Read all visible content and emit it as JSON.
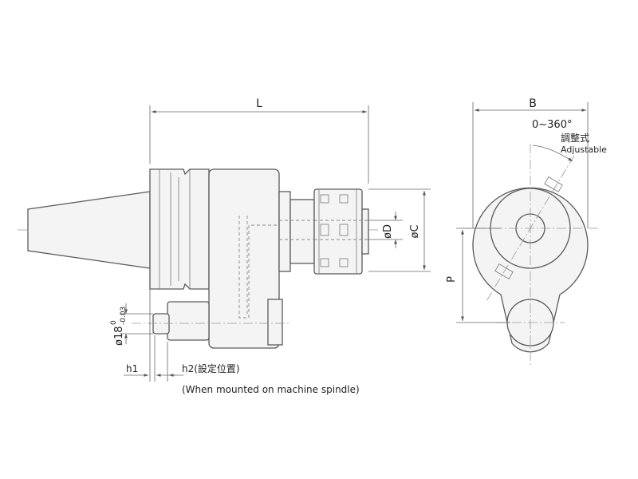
{
  "dimensions": {
    "L": "L",
    "B": "B",
    "angle": "0~360°",
    "adjust_jp": "調整式",
    "adjust_en": "Adjustable",
    "D": "øD",
    "C": "øC",
    "P": "P",
    "d18_main": "ø18",
    "d18_sup": "0",
    "d18_sub": "-0.03",
    "h1": "h1",
    "h2": "h2(設定位置)",
    "mounted_note": "(When mounted on machine spindle)"
  }
}
